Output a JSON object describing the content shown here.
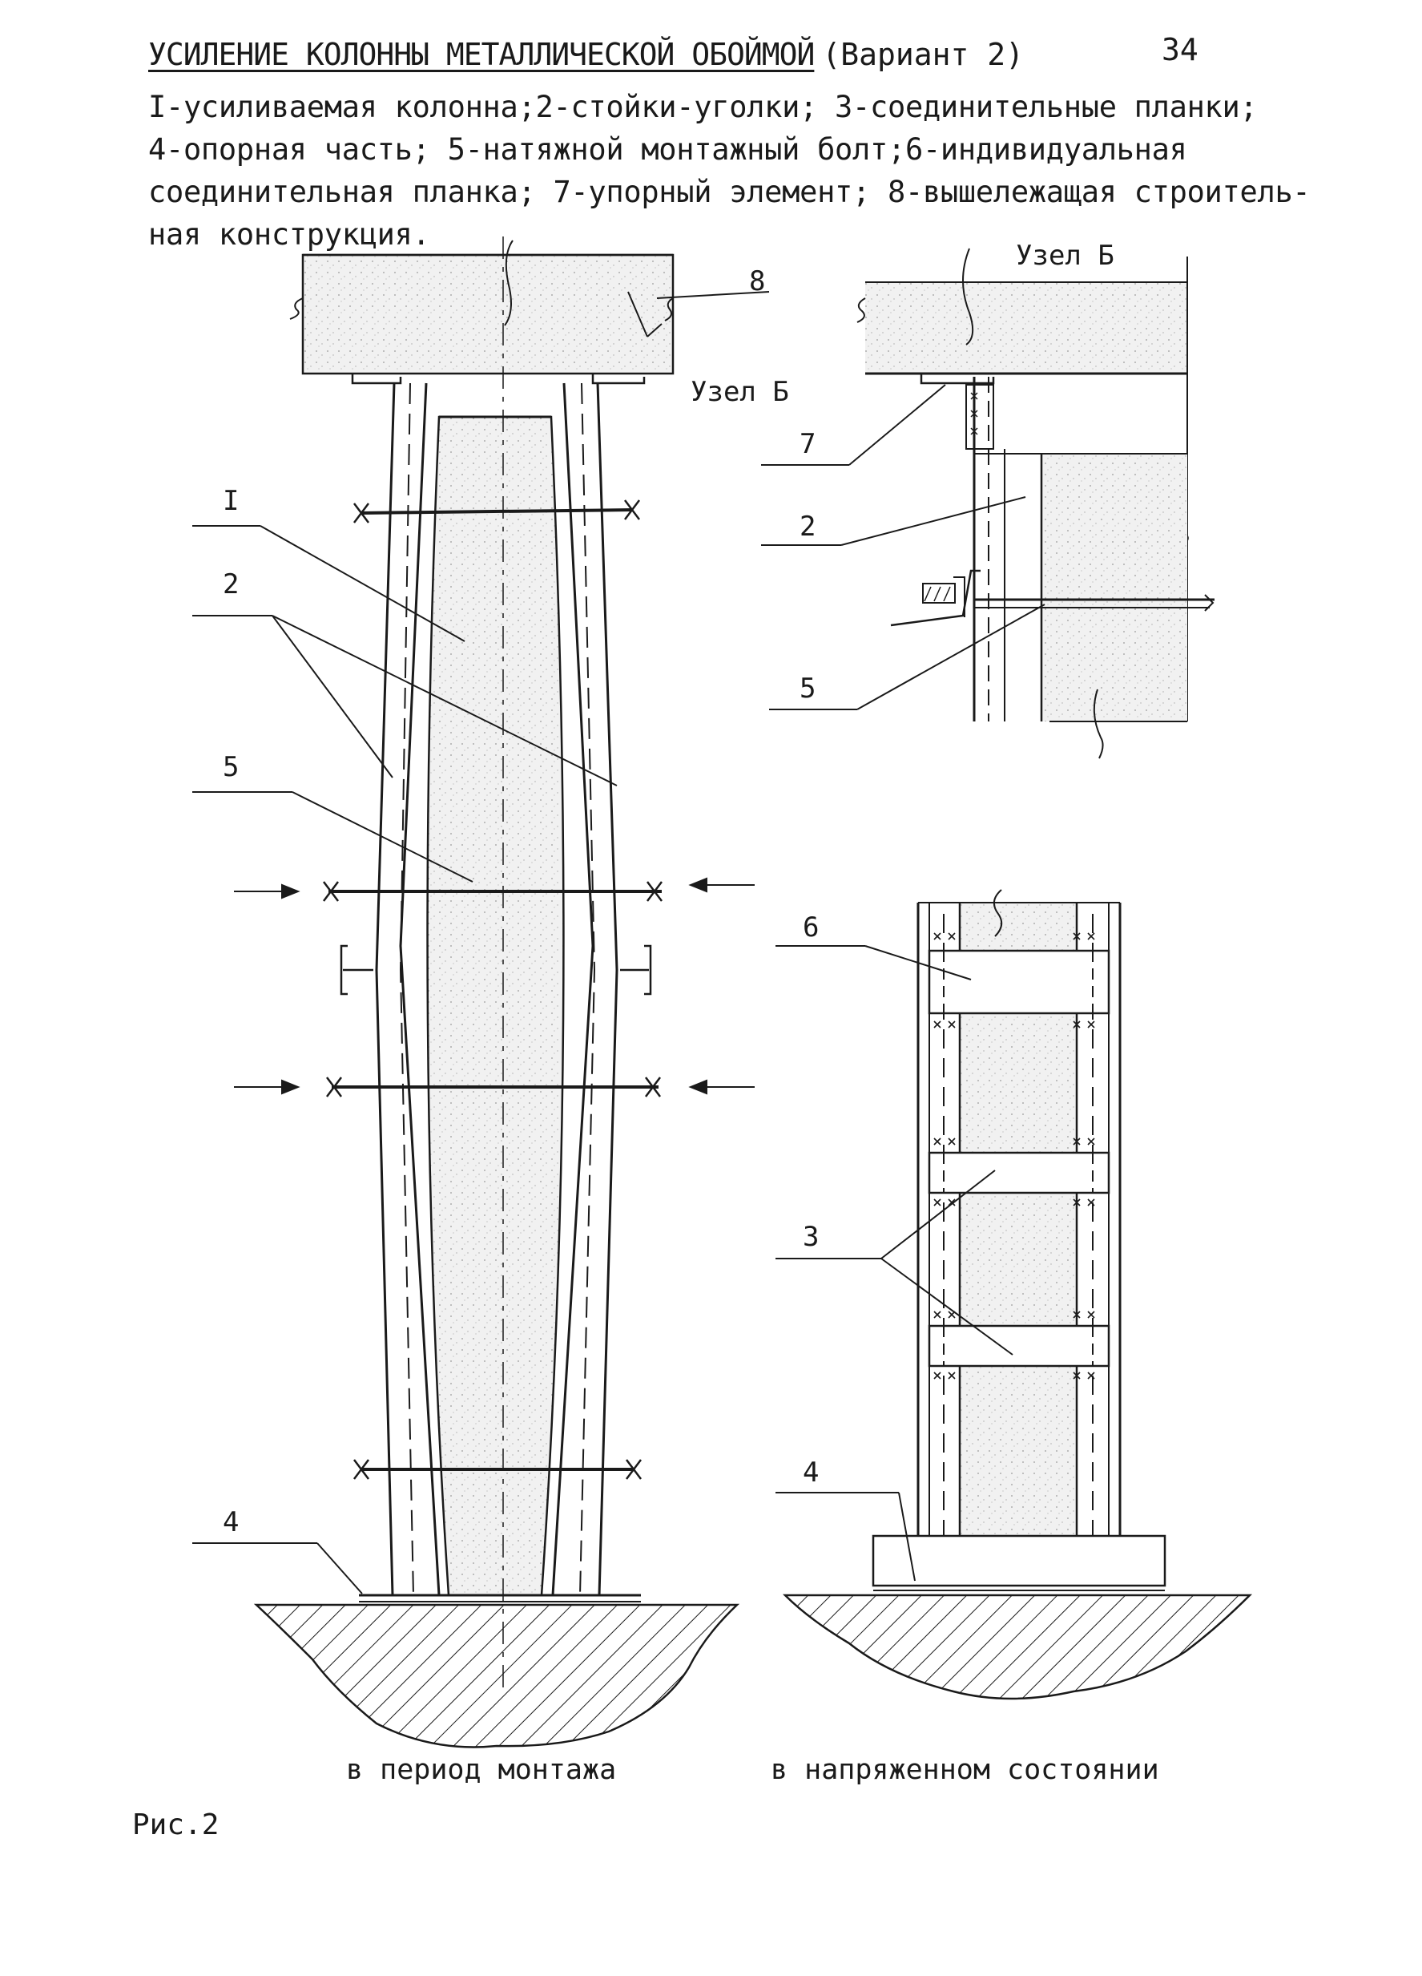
{
  "header": {
    "title": "УСИЛЕНИЕ КОЛОННЫ МЕТАЛЛИЧЕСКОЙ ОБОЙМОЙ",
    "variant": "(Вариант 2)",
    "page_number": "34"
  },
  "legend": {
    "line1": "I-усиливаемая колонна;2-стойки-уголки; 3-соединительные планки;",
    "line2": "4-опорная часть; 5-натяжной монтажный болт;6-индивидуальная",
    "line3": "соединительная планка; 7-упорный элемент; 8-вышележащая строитель-",
    "line4": "ная конструкция."
  },
  "drawing": {
    "left_view": {
      "labels": {
        "l8": "8",
        "l1": "I",
        "l2": "2",
        "l5": "5",
        "l4": "4"
      },
      "node_label": "Узел Б",
      "caption": "в период монтажа"
    },
    "node_b": {
      "title": "Узел Б",
      "labels": {
        "l7": "7",
        "l2": "2",
        "l5": "5"
      }
    },
    "right_view": {
      "labels": {
        "l6": "6",
        "l3": "3",
        "l4": "4"
      },
      "caption": "в напряженном состоянии"
    }
  },
  "footer": {
    "figure_label": "Рис.2"
  },
  "colors": {
    "ink": "#1a1a1a",
    "paper": "#ffffff",
    "concrete": "#ececec"
  }
}
